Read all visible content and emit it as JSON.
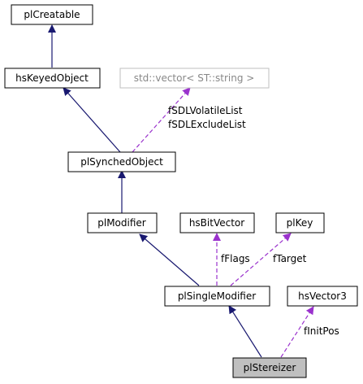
{
  "colors": {
    "inherit_edge": "#191970",
    "member_edge": "#9a32cd",
    "node_border": "#000000",
    "node_border_grey": "#bfbfbf",
    "highlight_fill": "#bfbfbf"
  },
  "nodes": {
    "plCreatable": "plCreatable",
    "hsKeyedObject": "hsKeyedObject",
    "stdVector": "std::vector< ST::string >",
    "plSynchedObject": "plSynchedObject",
    "plModifier": "plModifier",
    "hsBitVector": "hsBitVector",
    "plKey": "plKey",
    "plSingleModifier": "plSingleModifier",
    "hsVector3": "hsVector3",
    "plStereizer": "plStereizer"
  },
  "edge_labels": {
    "sdl_line1": "fSDLVolatileList",
    "sdl_line2": "fSDLExcludeList",
    "flags": "fFlags",
    "target": "fTarget",
    "init_pos": "fInitPos"
  }
}
